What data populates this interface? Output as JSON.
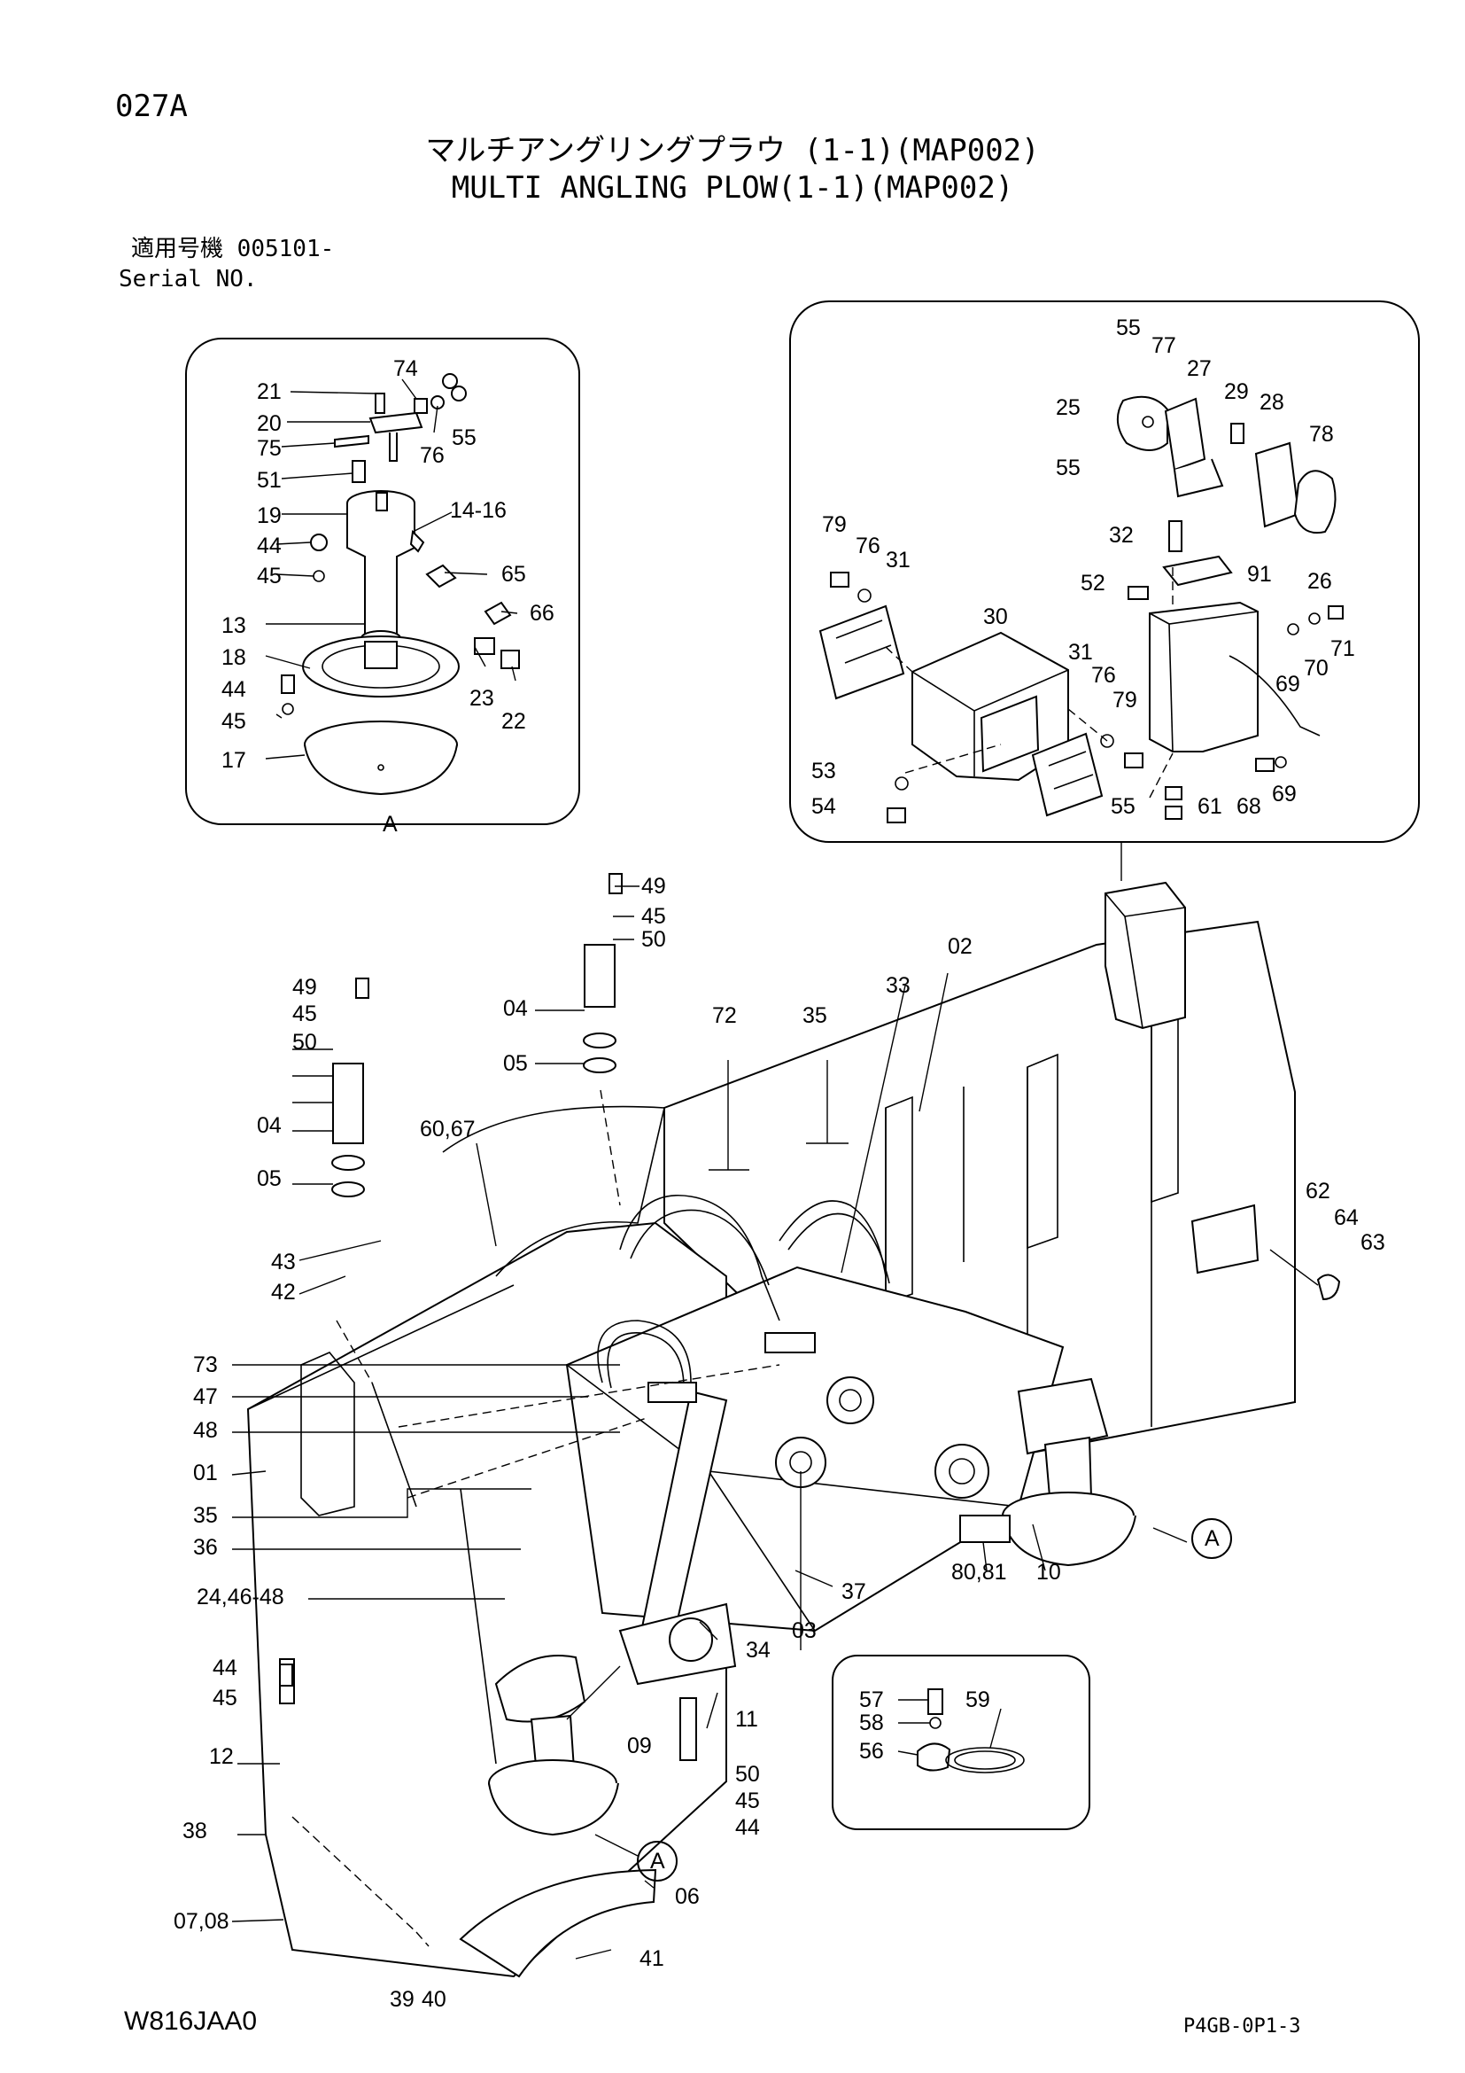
{
  "page": {
    "figure_id": "027A",
    "title_jp": "マルチアングリングプラウ (1-1)(MAP002)",
    "title_en": "MULTI ANGLING PLOW(1-1)(MAP002)",
    "serial_label_jp": "適用号機",
    "serial_value": "005101-",
    "serial_label_en": "Serial NO.",
    "drawing_number": "W816JAA0",
    "page_number": "P4GB-0P1-3"
  },
  "callouts": {
    "detail_a": [
      "21",
      "74",
      "20",
      "75",
      "51",
      "19",
      "14-16",
      "44",
      "45",
      "65",
      "66",
      "13",
      "18",
      "23",
      "22",
      "44",
      "45",
      "17",
      "55",
      "76"
    ],
    "detail_a_label": "A",
    "light_box": [
      "55",
      "77",
      "27",
      "29",
      "28",
      "25",
      "78",
      "55",
      "32",
      "52",
      "91",
      "26",
      "79",
      "76",
      "31",
      "30",
      "31",
      "76",
      "79",
      "71",
      "70",
      "69",
      "53",
      "54",
      "55",
      "68",
      "69",
      "61"
    ],
    "main": [
      "49",
      "45",
      "50",
      "04",
      "05",
      "02",
      "33",
      "35",
      "72",
      "49",
      "45",
      "50",
      "04",
      "05",
      "60,67",
      "43",
      "42",
      "62",
      "64",
      "63",
      "73",
      "47",
      "48",
      "01",
      "35",
      "36",
      "24,46-48",
      "37",
      "80,81",
      "10",
      "03",
      "34",
      "09",
      "11",
      "50",
      "45",
      "44",
      "44",
      "45",
      "12",
      "38",
      "07,08",
      "06",
      "41",
      "39",
      "40",
      "A",
      "A"
    ],
    "hose_inset": [
      "57",
      "59",
      "58",
      "56"
    ]
  }
}
